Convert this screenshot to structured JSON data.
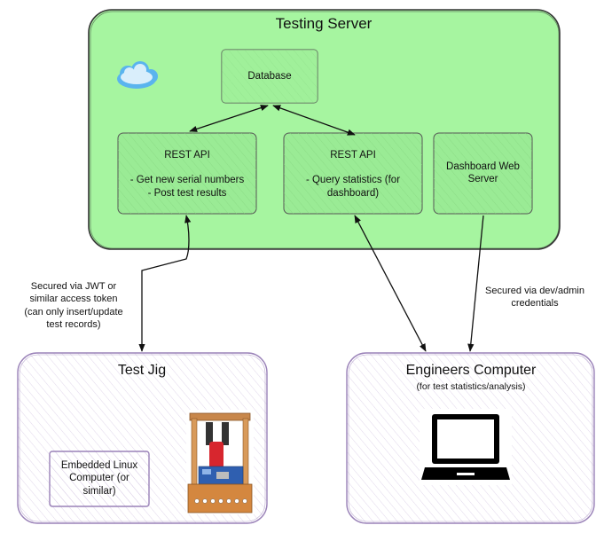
{
  "containers": {
    "testing_server": {
      "title": "Testing Server"
    },
    "test_jig": {
      "title": "Test Jig"
    },
    "engineers_computer": {
      "title": "Engineers Computer",
      "subtitle": "(for test statistics/analysis)"
    }
  },
  "nodes": {
    "database": {
      "label": "Database"
    },
    "rest_api_left": {
      "title": "REST API",
      "line1": "- Get new serial numbers",
      "line2": "- Post test results"
    },
    "rest_api_right": {
      "title": "REST API",
      "line1": "- Query statistics (for",
      "line2": "dashboard)"
    },
    "dashboard": {
      "line1": "Dashboard Web",
      "line2": "Server"
    },
    "embedded": {
      "line1": "Embedded Linux",
      "line2": "Computer (or",
      "line3": "similar)"
    }
  },
  "edge_labels": {
    "jig_link": {
      "line1": "Secured via JWT or",
      "line2": "similar access token",
      "line3": "(can only insert/update",
      "line4": "test records)"
    },
    "dashboard_link": {
      "line1": "Secured via dev/admin",
      "line2": "credentials"
    }
  },
  "icons": [
    "cloud-icon",
    "test-jig-photo",
    "laptop-icon"
  ],
  "colors": {
    "server_fill": "#a6f5a0",
    "inner_fill": "#9aeb95",
    "box_stroke": "#333333",
    "purple_stroke": "#9a82b8",
    "cloud": "#5ab4ee"
  }
}
